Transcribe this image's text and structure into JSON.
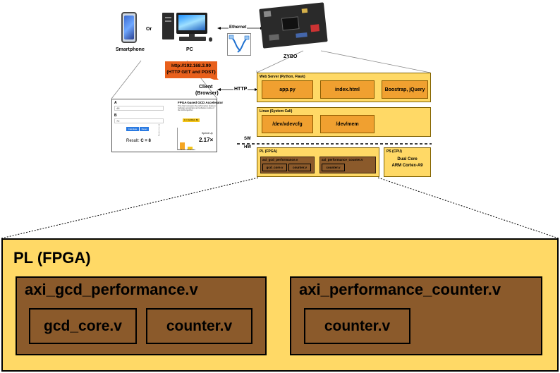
{
  "devices": {
    "smartphone": "Smartphone",
    "or": "Or",
    "pc": "PC",
    "ethernet": "Ethernet",
    "zybo": "ZYBO"
  },
  "callout": {
    "line1": "http://192.168.3.90",
    "line2": "(HTTP GET and POST)"
  },
  "client": {
    "line1": "Client",
    "line2": "(Browser)",
    "http": "HTTP"
  },
  "webapp": {
    "label_a": "A",
    "value_a": "48",
    "label_b": "B",
    "value_b": "72",
    "btn_calculate": "Calculate",
    "btn_reset": "Reset",
    "result_prefix": "Result: ",
    "result_value": "C = 8",
    "title": "FPGA-based GCD Accelerator",
    "desc": "This chart compares the performance between hardware accelerator and software routine of the GCD algorithm",
    "badge": "C = GCD(A, B)",
    "speedup_label": "Speed Up",
    "speedup_value": "2.17×",
    "y_axis": "Execution time (us)",
    "bar_labels": [
      "GCD with accel",
      "GCD w/o accel"
    ]
  },
  "webserver": {
    "title": "Web Server (Python, Flask)",
    "items": [
      "app.py",
      "index.html",
      "Boostrap, jQuery"
    ]
  },
  "linux": {
    "title": "Linux (System Call)",
    "items": [
      "/dev/xdevcfg",
      "/dev/mem"
    ]
  },
  "divider": {
    "sw": "SW",
    "hw": "HW"
  },
  "pl_small": {
    "title": "PL (FPGA)",
    "mod1": {
      "title": "axi_gcd_performance.v",
      "items": [
        "gcd_core.v",
        "counter.v"
      ]
    },
    "mod2": {
      "title": "axi_performance_counter.v",
      "items": [
        "counter.v"
      ]
    }
  },
  "ps": {
    "title": "PS (CPU)",
    "line1": "Dual Core",
    "line2": "ARM Cortex-A9"
  },
  "pl_large": {
    "title": "PL (FPGA)",
    "mod1": {
      "title": "axi_gcd_performance.v",
      "items": [
        "gcd_core.v",
        "counter.v"
      ]
    },
    "mod2": {
      "title": "axi_performance_counter.v",
      "items": [
        "counter.v"
      ]
    }
  },
  "colors": {
    "yellow": "#ffd966",
    "orange": "#f0a030",
    "brown": "#8b5a2b",
    "callout": "#e8601c"
  }
}
